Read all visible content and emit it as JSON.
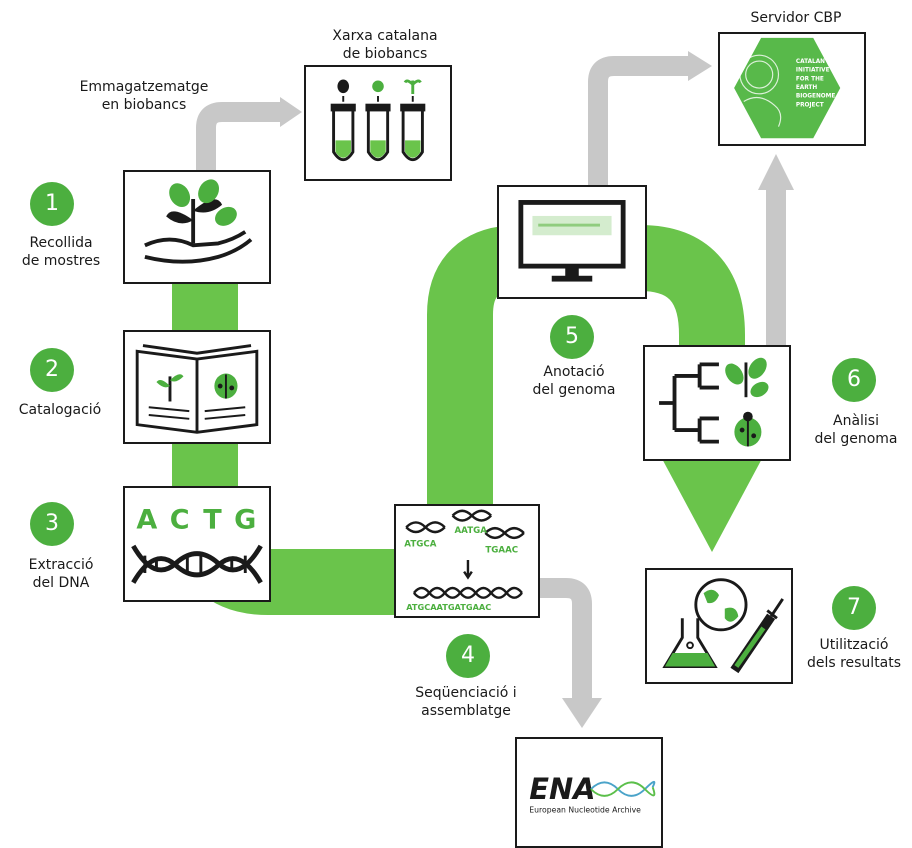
{
  "labels": {
    "xarxa": [
      "Xarxa catalana",
      "de biobancs"
    ],
    "emmagatzematge": [
      "Emmagatzematge",
      "en biobancs"
    ],
    "servidor": "Servidor CBP",
    "recollida": [
      "Recollida",
      "de mostres"
    ],
    "catalogacio": "Catalogació",
    "extraccio": [
      "Extracció",
      "del DNA"
    ],
    "sequenciacio": [
      "Seqüenciació i",
      "assemblatge"
    ],
    "anotacio": [
      "Anotació",
      "del genoma"
    ],
    "analisi": [
      "Anàlisi",
      "del genoma"
    ],
    "utilitzacio": [
      "Utilització",
      "dels resultats"
    ]
  },
  "steps": [
    "1",
    "2",
    "3",
    "4",
    "5",
    "6",
    "7"
  ],
  "panels": {
    "dna_letters": [
      "A",
      "C",
      "T",
      "G"
    ],
    "seq_fragments": [
      "ATGCA",
      "AATGA",
      "TGAAC"
    ],
    "seq_assembled": "ATGCAATGATGAAC",
    "ena_logo": "ENA",
    "ena_name": "European Nucleotide Archive",
    "cbp_logo": [
      "CATALAN",
      "INITIATIVE",
      "FOR THE",
      "EARTH",
      "BIOGENOME",
      "PROJECT"
    ]
  },
  "colors": {
    "green": "#4caf3f",
    "gray": "#c8c8c8",
    "ink": "#1a1a1a"
  }
}
